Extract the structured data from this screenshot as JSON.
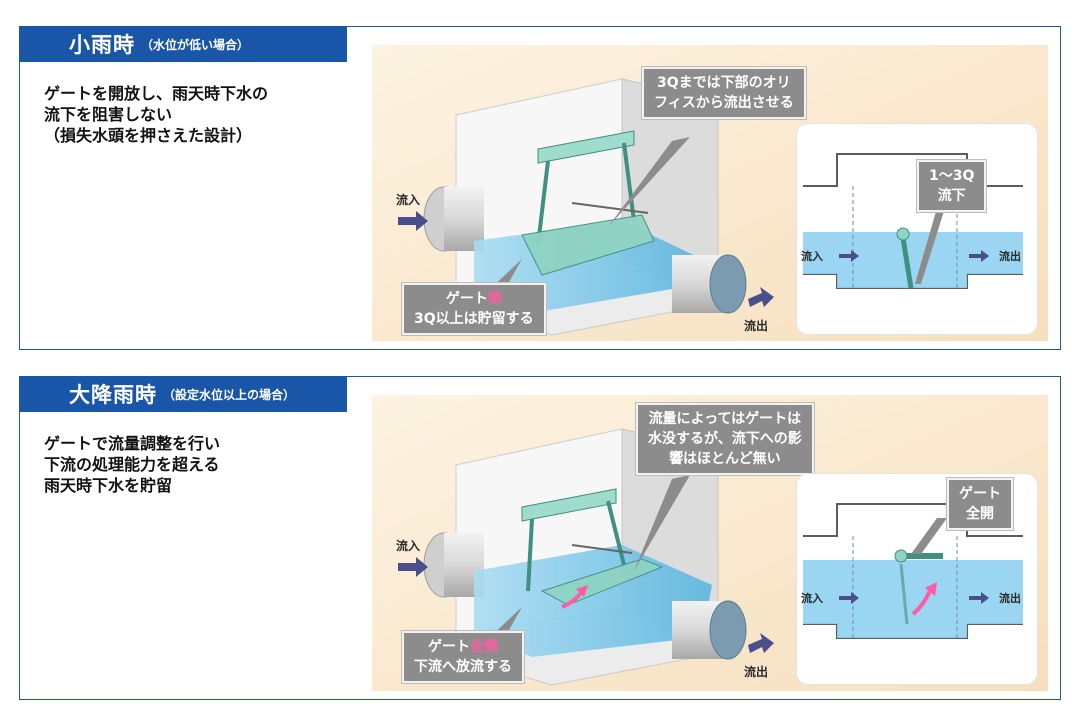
{
  "panels": [
    {
      "title": "小雨時",
      "subtitle": "（水位が低い場合）",
      "description": [
        "ゲートを開放し、雨天時下水の",
        "流下を阻害しない",
        "（損失水頭を押さえた設計）"
      ],
      "labels": {
        "inflow": "流入",
        "outflow": "流出",
        "inset_inflow": "流入",
        "inset_outflow": "流出"
      },
      "callout_top": [
        "3Qまでは下部のオリ",
        "フィスから流出させる"
      ],
      "callout_gate_prefix": "ゲート",
      "callout_gate_state": "閉",
      "callout_gate_line2": "3Q以上は貯留する",
      "callout_inset": [
        "1～3Q",
        "流下"
      ]
    },
    {
      "title": "大降雨時",
      "subtitle": "（設定水位以上の場合）",
      "description": [
        "ゲートで流量調整を行い",
        "下流の処理能力を超える",
        "雨天時下水を貯留"
      ],
      "labels": {
        "inflow": "流入",
        "outflow": "流出",
        "inset_inflow": "流入",
        "inset_outflow": "流出"
      },
      "callout_top": [
        "流量によってはゲートは",
        "水没するが、流下への影",
        "響はほとんど無い"
      ],
      "callout_gate_prefix": "ゲート",
      "callout_gate_state": "全開",
      "callout_gate_line2": "下流へ放流する",
      "callout_inset": [
        "ゲート",
        "全開"
      ]
    }
  ],
  "colors": {
    "brand_blue": "#1a56a8",
    "illustration_bg": "#fbeed8",
    "water": "#7cc8ea",
    "gate": "#8fd3c2",
    "callout": "#8c8c8c",
    "accent_pink": "#ff5aa8",
    "arrow": "#4a4e8a"
  },
  "icons": [
    "right-arrow-icon",
    "curved-arrow-icon"
  ]
}
